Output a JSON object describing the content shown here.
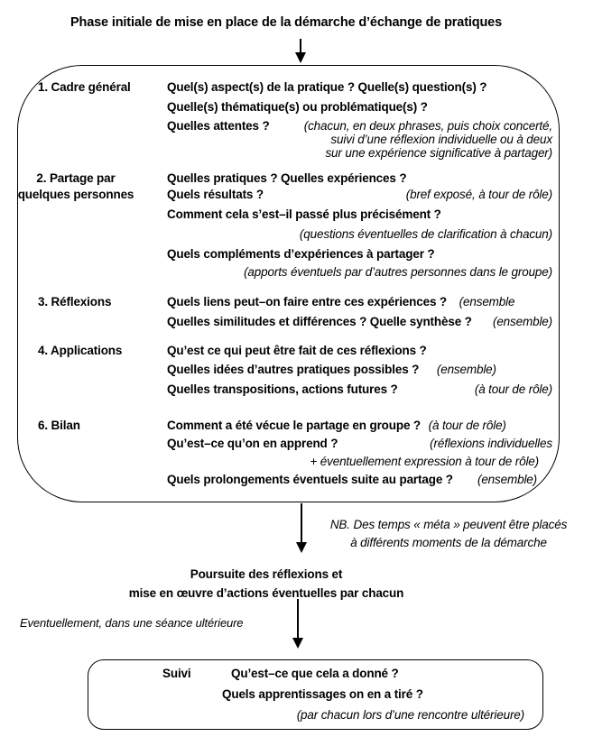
{
  "colors": {
    "background": "#ffffff",
    "text": "#000000",
    "line": "#000000"
  },
  "title": "Phase initiale de mise en place de la démarche d’échange de pratiques",
  "main_box": {
    "sections": [
      {
        "label": "1. Cadre général",
        "lines": [
          {
            "bold": "Quel(s) aspect(s) de la pratique ? Quelle(s) question(s) ?"
          },
          {
            "bold": "Quelle(s) thématique(s) ou problématique(s) ?"
          },
          {
            "bold": "Quelles attentes ?",
            "italic": "(chacun, en deux phrases, puis choix concerté,"
          },
          {
            "italic": "suivi d’une réflexion individuelle ou à deux"
          },
          {
            "italic": "sur une expérience significative à partager)"
          }
        ]
      },
      {
        "label": "2. Partage par",
        "label2": "quelques personnes",
        "lines": [
          {
            "bold": "Quelles pratiques ? Quelles expériences ?"
          },
          {
            "bold": "Quels résultats ?",
            "italic": "(bref exposé, à tour de rôle)"
          },
          {
            "bold": "Comment cela s’est–il passé plus précisément ?"
          },
          {
            "italic": "(questions éventuelles de clarification à chacun)"
          },
          {
            "bold": "Quels compléments d’expériences à partager ?"
          },
          {
            "italic": "(apports éventuels par d’autres personnes dans le groupe)"
          }
        ]
      },
      {
        "label": "3. Réflexions",
        "lines": [
          {
            "bold": "Quels liens peut–on faire entre ces expériences ?",
            "italic": "(ensemble"
          },
          {
            "bold": "Quelles similitudes et différences ?  Quelle synthèse ?",
            "italic": "(ensemble)"
          }
        ]
      },
      {
        "label": "4. Applications",
        "lines": [
          {
            "bold": "Qu’est ce qui peut être fait de ces réflexions ?"
          },
          {
            "bold": "Quelles idées d’autres pratiques possibles ?",
            "italic": "(ensemble)"
          },
          {
            "bold": "Quelles transpositions, actions futures ?",
            "italic": "(à tour de rôle)"
          }
        ]
      },
      {
        "label": "6. Bilan",
        "lines": [
          {
            "bold": "Comment a été vécue le partage en groupe ?",
            "italic": "(à tour de rôle)"
          },
          {
            "bold": "Qu’est–ce qu’on en apprend ?",
            "italic": "(réflexions individuelles"
          },
          {
            "italic": "+ éventuellement expression à tour de rôle)"
          },
          {
            "bold": "Quels prolongements éventuels suite au partage ?",
            "italic": "(ensemble)"
          }
        ]
      }
    ]
  },
  "nb_note": {
    "line1": "NB. Des temps « méta » peuvent être placés",
    "line2": "à différents moments de la démarche"
  },
  "poursuite": {
    "line1": "Poursuite des réflexions et",
    "line2": "mise en œuvre d’actions éventuelles par chacun"
  },
  "aside": "Eventuellement, dans une séance ultérieure",
  "suivi_box": {
    "label": "Suivi",
    "line1": "Qu’est–ce que cela a donné ?",
    "line2": "Quels apprentissages on en a tiré ?",
    "note": "(par chacun lors d’une rencontre ultérieure)"
  }
}
